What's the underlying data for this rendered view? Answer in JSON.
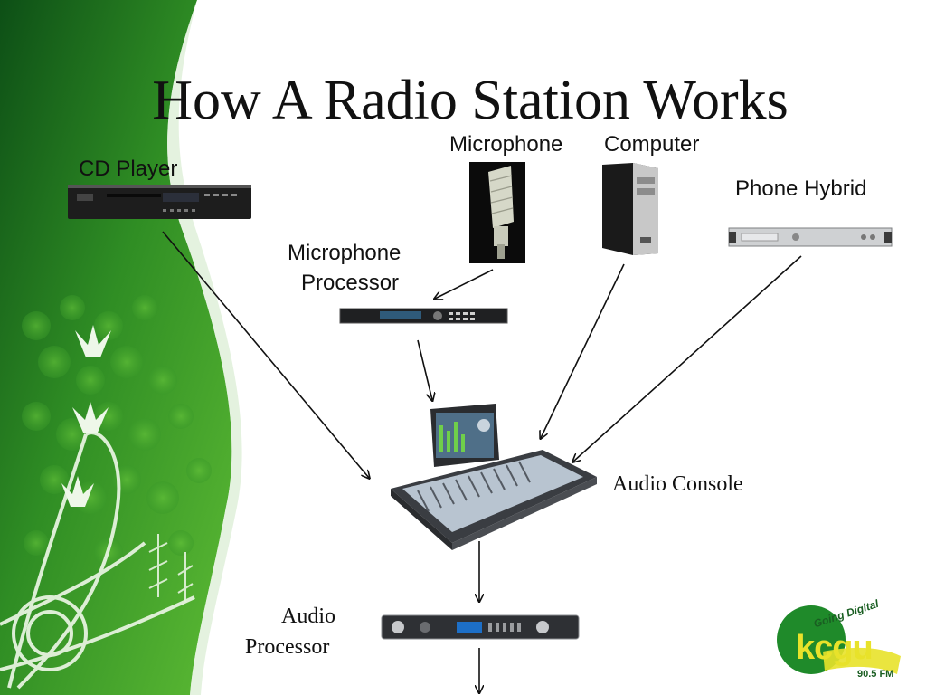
{
  "slide": {
    "title": "How A Radio Station Works"
  },
  "devices": {
    "cd_player": "CD Player",
    "microphone": "Microphone",
    "computer": "Computer",
    "phone_hybrid": "Phone Hybrid",
    "microphone_processor_line1": "Microphone",
    "microphone_processor_line2": "Processor",
    "audio_console": "Audio Console",
    "audio_processor_line1": "Audio",
    "audio_processor_line2": "Processor"
  },
  "logo": {
    "brand": "kcgu",
    "tagline": "Going Digital",
    "frequency": "90.5 FM"
  },
  "colors": {
    "background_green_dark": "#0f5c1a",
    "background_green_light": "#4fae2e",
    "arrow": "#111111",
    "logo_green": "#1f8a2a",
    "logo_yellow": "#e8e22a"
  }
}
